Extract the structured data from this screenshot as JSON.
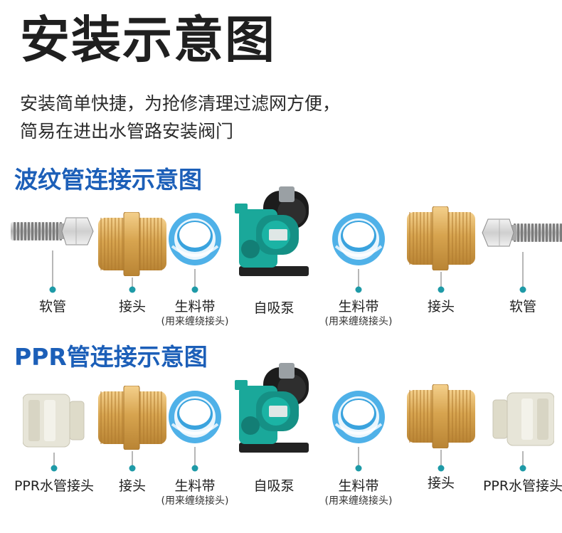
{
  "title": "安装示意图",
  "description": [
    "安装简单快捷，为抢修清理过滤网方便，",
    "简易在进出水管路安装阀门"
  ],
  "sections": [
    {
      "title": "波纹管连接示意图",
      "parts": [
        {
          "type": "hose",
          "label": "软管",
          "sublabel": ""
        },
        {
          "type": "fitting",
          "label": "接头",
          "sublabel": ""
        },
        {
          "type": "tape",
          "label": "生料带",
          "sublabel": "(用来缠绕接头)"
        },
        {
          "type": "pump",
          "label": "自吸泵",
          "sublabel": ""
        },
        {
          "type": "tape",
          "label": "生料带",
          "sublabel": "(用来缠绕接头)"
        },
        {
          "type": "fitting",
          "label": "接头",
          "sublabel": ""
        },
        {
          "type": "hose",
          "label": "软管",
          "sublabel": ""
        }
      ]
    },
    {
      "title": "PPR管连接示意图",
      "parts": [
        {
          "type": "ppr",
          "label": "PPR水管接头",
          "sublabel": ""
        },
        {
          "type": "fitting",
          "label": "接头",
          "sublabel": ""
        },
        {
          "type": "tape",
          "label": "生料带",
          "sublabel": "(用来缠绕接头)"
        },
        {
          "type": "pump",
          "label": "自吸泵",
          "sublabel": ""
        },
        {
          "type": "tape",
          "label": "生料带",
          "sublabel": "(用来缠绕接头)"
        },
        {
          "type": "fitting",
          "label": "接头",
          "sublabel": ""
        },
        {
          "type": "ppr",
          "label": "PPR水管接头",
          "sublabel": ""
        }
      ]
    }
  ],
  "colors": {
    "section_title": "#1c5fb8",
    "pointer_dot": "#1e9aa7",
    "pump_body": "#1aa89a",
    "brass": "#d7a44f",
    "tape": "#4fb1e8"
  }
}
